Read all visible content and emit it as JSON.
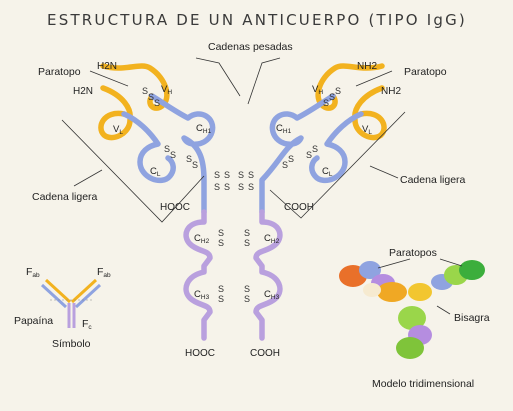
{
  "title": "ESTRUCTURA DE UN ANTICUERPO (TIPO IgG)",
  "labels": {
    "cadenas_pesadas": "Cadenas pesadas",
    "paratopo_left": "Paratopo",
    "paratopo_right": "Paratopo",
    "cadena_ligera_left": "Cadena ligera",
    "cadena_ligera_right": "Cadena ligera",
    "paratopos": "Paratopos",
    "bisagra": "Bisagra",
    "modelo": "Modelo tridimensional",
    "papaina": "Papaína",
    "simbolo": "Símbolo"
  },
  "chem": {
    "h2n": "H2N",
    "nh2": "NH2",
    "hooc": "HOOC",
    "cooh": "COOH"
  },
  "domains": {
    "v": "V",
    "c": "C",
    "h": "H",
    "l": "L",
    "h1": "H1",
    "h2": "H2",
    "h3": "H3"
  },
  "fragments": {
    "f": "F",
    "ab": "ab",
    "c": "c"
  },
  "bond": "S",
  "colors": {
    "variable": "#f2b21f",
    "heavy_upper": "#8fa3e0",
    "heavy_lower": "#b9a0de",
    "background": "#f6f3ea"
  }
}
